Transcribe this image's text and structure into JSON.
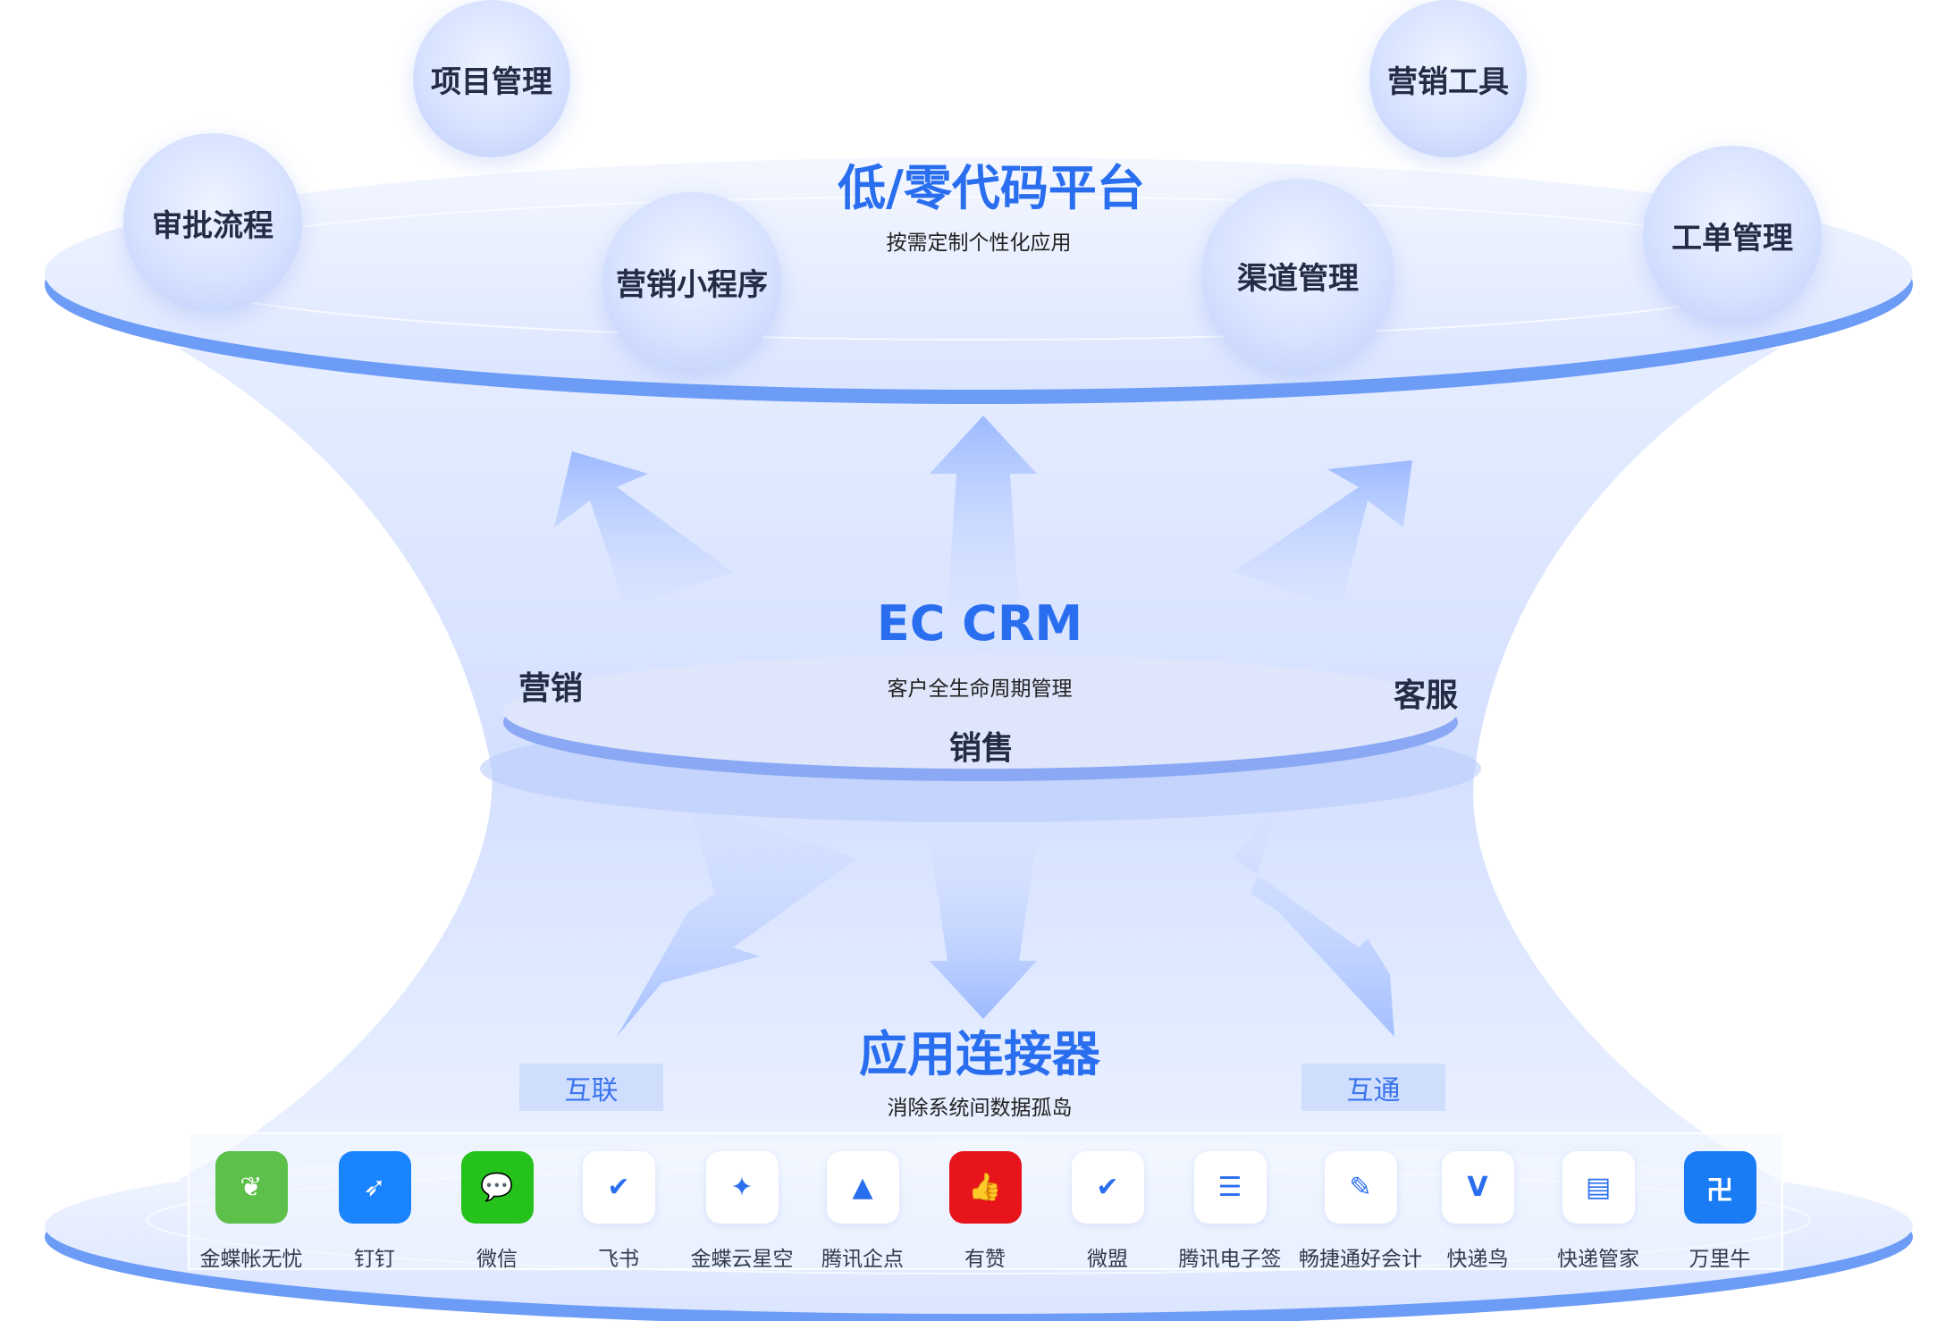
{
  "top": {
    "title": "低/零代码平台",
    "subtitle": "按需定制个性化应用",
    "bubbles": [
      "项目管理",
      "营销工具",
      "审批流程",
      "营销小程序",
      "渠道管理",
      "工单管理"
    ]
  },
  "middle": {
    "title": "EC CRM",
    "subtitle": "客户全生命周期管理",
    "left": "营销",
    "right": "客服",
    "bottom": "销售"
  },
  "bottom": {
    "title": "应用连接器",
    "subtitle": "消除系统间数据孤岛",
    "tag_left": "互联",
    "tag_right": "互通",
    "apps": [
      {
        "label": "金蝶帐无忧",
        "icon": "butterfly-icon",
        "color": "#5cc04a"
      },
      {
        "label": "钉钉",
        "icon": "wing-icon",
        "color": "#1a84ff"
      },
      {
        "label": "微信",
        "icon": "chat-icon",
        "color": "#25c21c"
      },
      {
        "label": "飞书",
        "icon": "feishu-icon",
        "color": "#ffffff"
      },
      {
        "label": "金蝶云星空",
        "icon": "kingdee-icon",
        "color": "#ffffff"
      },
      {
        "label": "腾讯企点",
        "icon": "qidian-icon",
        "color": "#ffffff"
      },
      {
        "label": "有赞",
        "icon": "thumbs-up-icon",
        "color": "#e8141b"
      },
      {
        "label": "微盟",
        "icon": "check-icon",
        "color": "#ffffff"
      },
      {
        "label": "腾讯电子签",
        "icon": "esign-icon",
        "color": "#ffffff"
      },
      {
        "label": "畅捷通好会计",
        "icon": "accounting-icon",
        "color": "#ffffff"
      },
      {
        "label": "快递鸟",
        "icon": "kdniao-icon",
        "color": "#ffffff"
      },
      {
        "label": "快递管家",
        "icon": "kdgj-icon",
        "color": "#ffffff"
      },
      {
        "label": "万里牛",
        "icon": "wanliniu-icon",
        "color": "#1a7cf5"
      }
    ]
  }
}
